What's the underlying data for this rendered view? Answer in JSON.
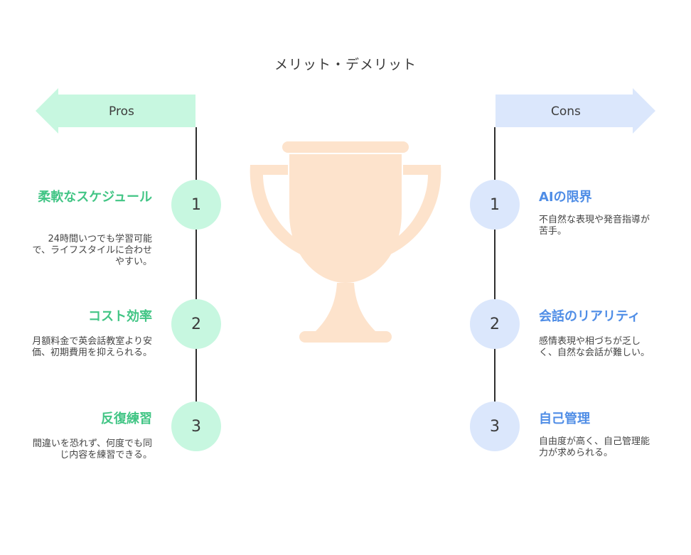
{
  "title": "メリット・デメリット",
  "colors": {
    "pros_fill": "#c7f7e0",
    "cons_fill": "#dbe7fc",
    "pros_text": "#42c585",
    "cons_text": "#4f8de6",
    "trophy": "#fde3cc"
  },
  "pros": {
    "label": "Pros",
    "items": [
      {
        "number": "1",
        "title": "柔軟なスケジュール",
        "description": "24時間いつでも学習可能で、ライフスタイルに合わせやすい。"
      },
      {
        "number": "2",
        "title": "コスト効率",
        "description": "月額料金で英会話教室より安価、初期費用を抑えられる。"
      },
      {
        "number": "3",
        "title": "反復練習",
        "description": "間違いを恐れず、何度でも同じ内容を練習できる。"
      }
    ]
  },
  "cons": {
    "label": "Cons",
    "items": [
      {
        "number": "1",
        "title": "AIの限界",
        "description": "不自然な表現や発音指導が苦手。"
      },
      {
        "number": "2",
        "title": "会話のリアリティ",
        "description": "感情表現や相づちが乏しく、自然な会話が難しい。"
      },
      {
        "number": "3",
        "title": "自己管理",
        "description": "自由度が高く、自己管理能力が求められる。"
      }
    ]
  }
}
